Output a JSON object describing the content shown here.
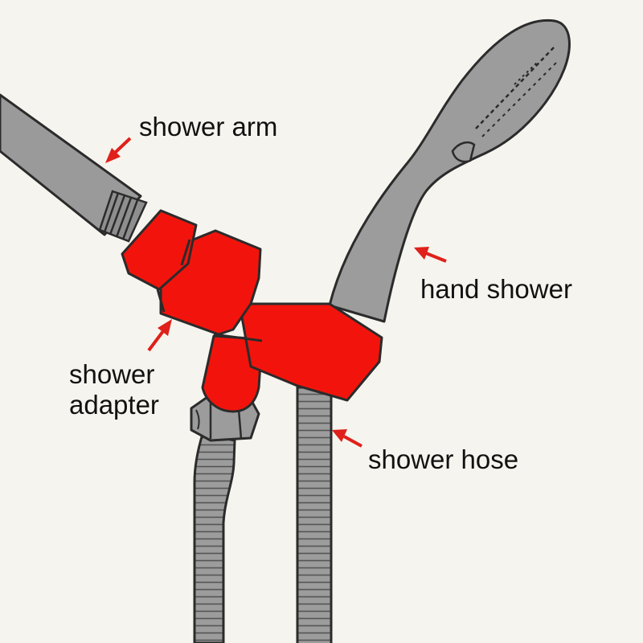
{
  "labels": {
    "shower_arm": "shower arm",
    "hand_shower": "hand shower",
    "shower_adapter_line1": "shower",
    "shower_adapter_line2": "adapter",
    "shower_hose": "shower hose"
  },
  "colors": {
    "background": "#f6f4ee",
    "part_gray": "#9a9a9a",
    "adapter_red": "#f2140c",
    "arrow_red": "#e0201a",
    "outline": "#2b2b2b"
  },
  "icons": {
    "arrow": "red-arrow-icon"
  }
}
